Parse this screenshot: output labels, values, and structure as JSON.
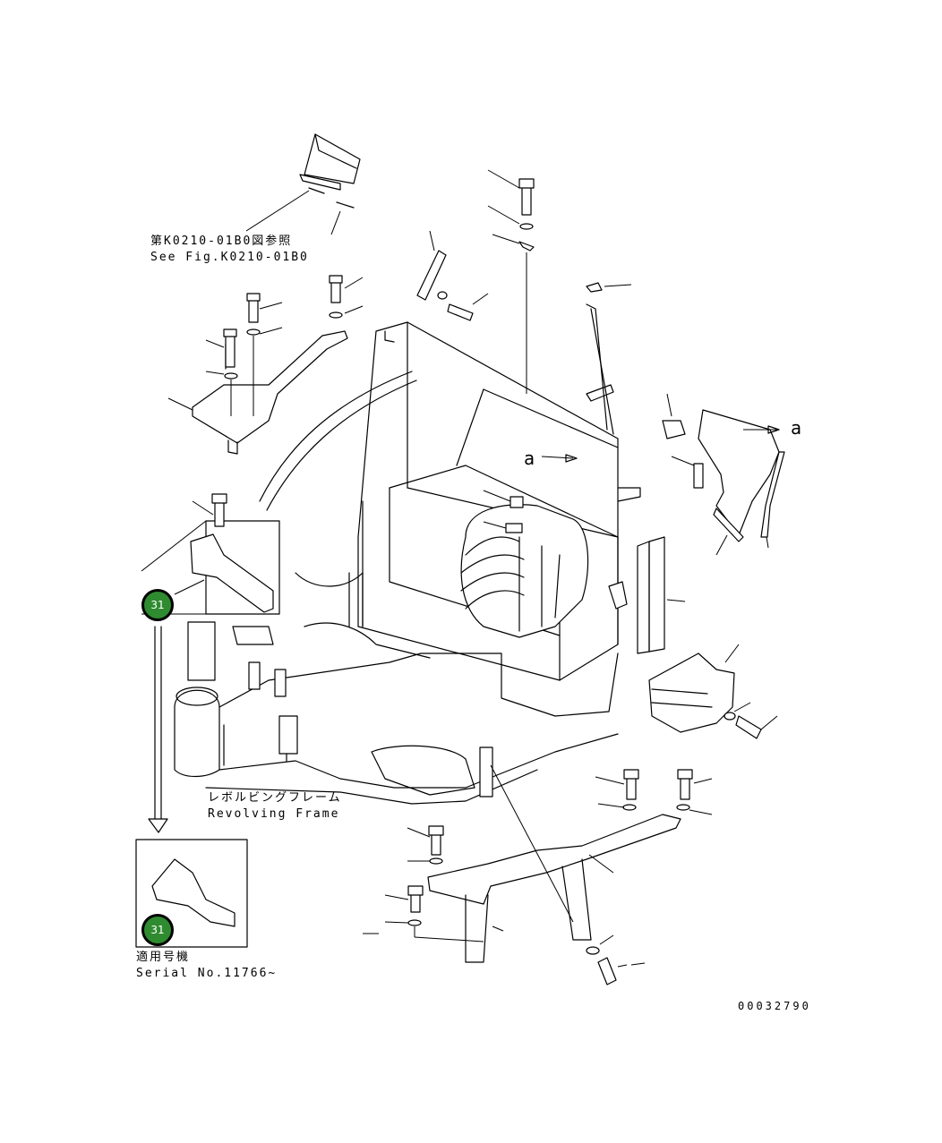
{
  "ref_label_jp": "第K0210-01B0図参照",
  "ref_label_en": "See Fig.K0210-01B0",
  "frame_label_jp": "レボルビングフレーム",
  "frame_label_en": "Revolving Frame",
  "serial_label_jp": "適用号機",
  "serial_label_en": "Serial No.11766~",
  "drawing_number": "00032790",
  "callout_number": "31",
  "arrow_ref_letter": "a",
  "colors": {
    "callout_fill": "#2f8b2f",
    "line": "#000000"
  }
}
